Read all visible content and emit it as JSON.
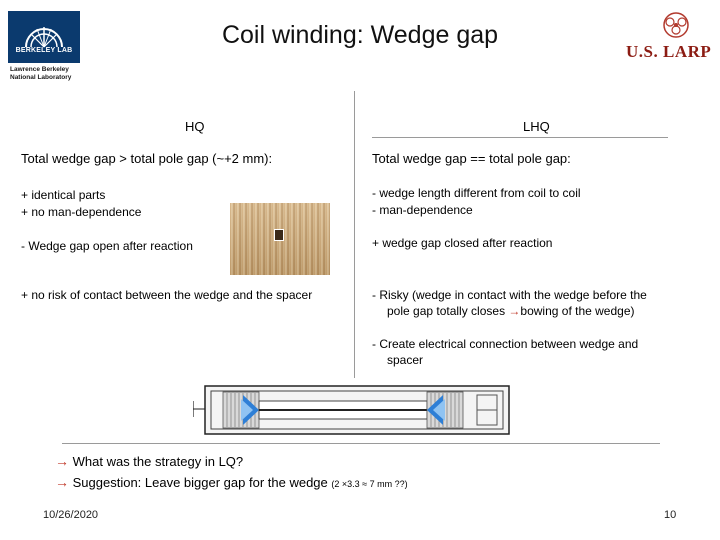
{
  "slide": {
    "title": "Coil winding: Wedge gap",
    "date": "10/26/2020",
    "page_number": "10"
  },
  "logos": {
    "berkeley": {
      "box_text": "BERKELEY LAB",
      "line1": "Lawrence Berkeley",
      "line2": "National Laboratory",
      "color": "#0b3a6e"
    },
    "larp": {
      "text": "U.S. LARP",
      "color": "#8c1c13"
    }
  },
  "left_column": {
    "heading": "HQ",
    "summary": "Total wedge gap > total pole gap (~+2 mm):",
    "points": {
      "identical_parts": "+ identical parts",
      "no_man_dependence": "+ no man-dependence",
      "gap_open": "-  Wedge gap open after reaction",
      "no_risk": "+ no risk of contact between the wedge and the spacer"
    }
  },
  "right_column": {
    "heading": "LHQ",
    "summary": "Total wedge gap == total pole gap:",
    "points": {
      "wedge_length": "- wedge length different from coil to coil",
      "man_dependence": "- man-dependence",
      "gap_closed": "+ wedge gap closed after reaction",
      "risky_1": "-   Risky (wedge in contact with the wedge before the",
      "risky_2a": "pole gap totally closes ",
      "risky_arrow": "→",
      "risky_2b": "bowing of the wedge)",
      "electrical_1": "-   Create electrical connection between wedge and",
      "electrical_2": "spacer"
    }
  },
  "bottom": {
    "arrow_glyph": "→",
    "question": "What was the strategy in LQ?",
    "suggestion": "Suggestion: Leave bigger gap for the wedge",
    "suggestion_detail": "(2 ×3.3 ≈ 7 mm ??)",
    "arrow_color": "#c0392b"
  }
}
